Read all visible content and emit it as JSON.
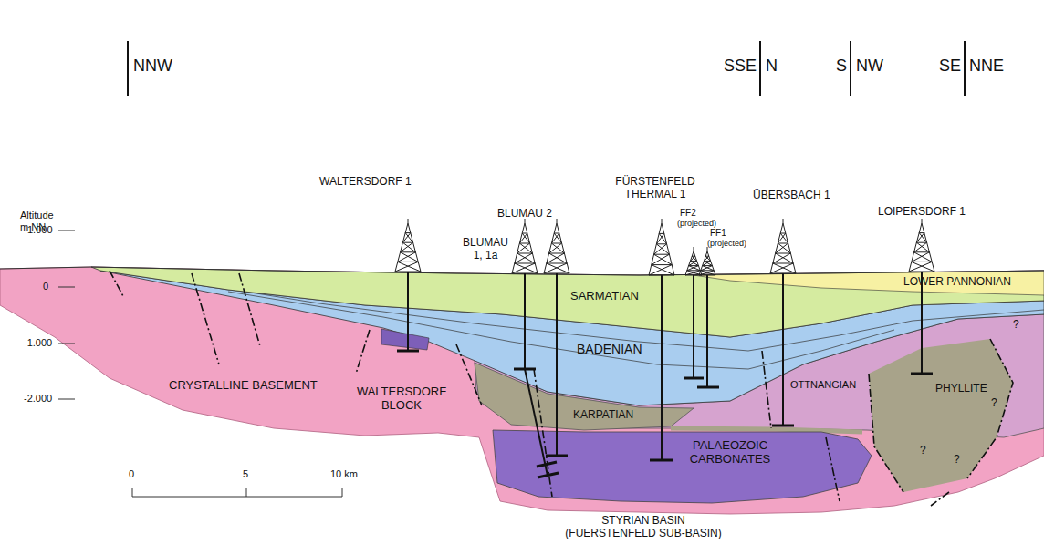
{
  "diagram": {
    "labels": [
      "NNW",
      "SSE",
      "N",
      "S",
      "NW",
      "SE",
      "NNE",
      "WALTERSDORF 1",
      "BLUMAU 2",
      "BLUMAU 1, 1a",
      "FÜRSTENFELD THERMAL 1",
      "FF2",
      "(projected)",
      "FF1",
      "(projected)",
      "ÜBERSBACH 1",
      "LOIPERSDORF 1",
      "Altitude m NN",
      "1.000",
      "0",
      "-1.000",
      "-2.000",
      "LOWER PANNONIAN",
      "SARMATIAN",
      "BADENIAN",
      "KARPATIAN",
      "OTTNANGIAN",
      "PHYLLITE",
      "?",
      "?",
      "?",
      "?",
      "CRYSTALLINE BASEMENT",
      "WALTERSDORF BLOCK",
      "PALAEOZOIC CARBONATES",
      "STYRIAN BASIN (FUERSTENFELD SUB-BASIN)",
      "0",
      "5",
      "10 km"
    ]
  }
}
